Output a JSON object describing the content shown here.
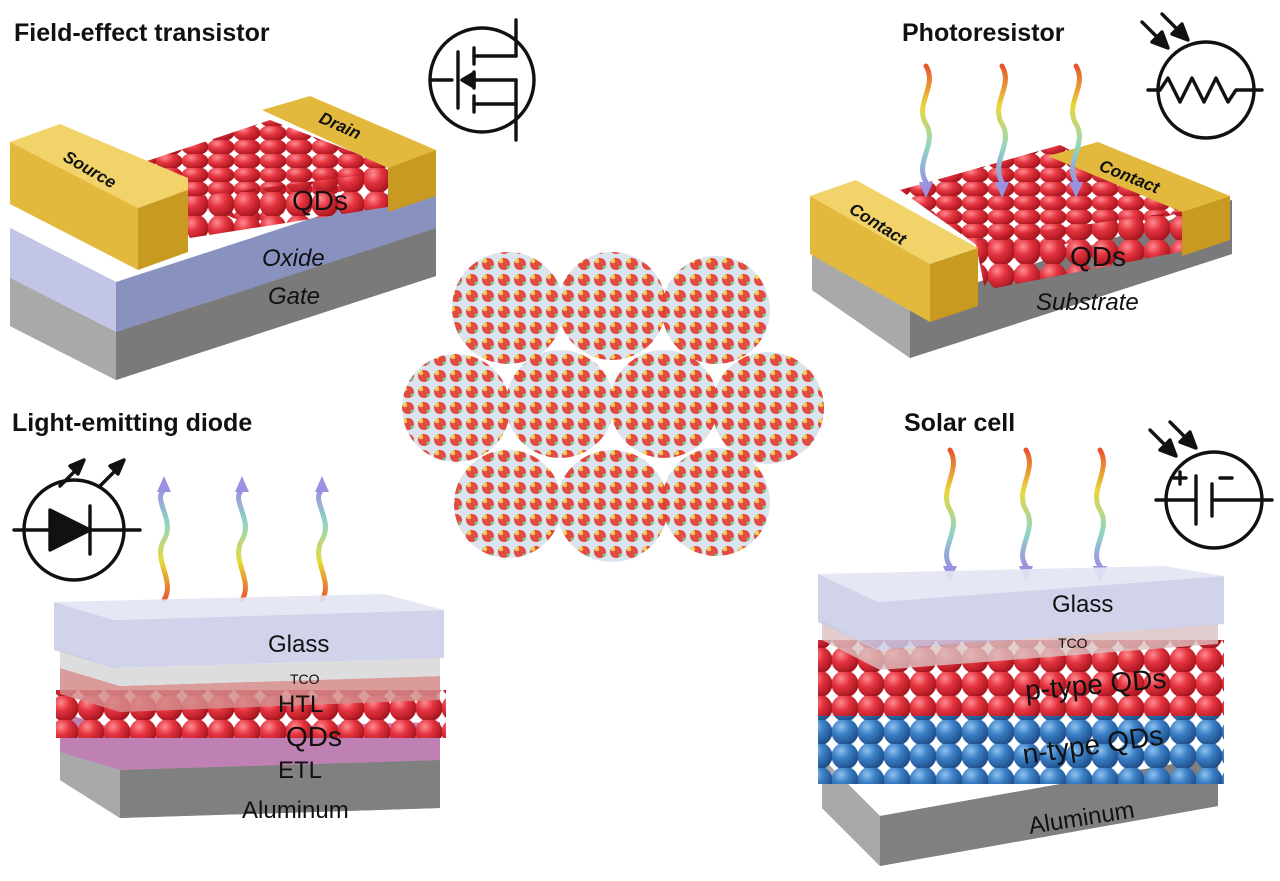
{
  "panels": {
    "fet": {
      "title": "Field-effect transistor",
      "source": "Source",
      "drain": "Drain",
      "qds": "QDs",
      "oxide": "Oxide",
      "gate": "Gate",
      "symbol_icon": "mosfet-symbol-icon"
    },
    "photoresistor": {
      "title": "Photoresistor",
      "contact_left": "Contact",
      "contact_right": "Contact",
      "qds": "QDs",
      "substrate": "Substrate",
      "symbol_icon": "photoresistor-symbol-icon"
    },
    "led": {
      "title": "Light-emitting diode",
      "glass": "Glass",
      "tco": "TCO",
      "htl": "HTL",
      "qds": "QDs",
      "etl": "ETL",
      "aluminum": "Aluminum",
      "symbol_icon": "led-symbol-icon"
    },
    "solar": {
      "title": "Solar cell",
      "glass": "Glass",
      "tco": "TCO",
      "p_qds": "p-type QDs",
      "n_qds": "n-type QDs",
      "aluminum": "Aluminum",
      "symbol_icon": "solar-cell-symbol-icon"
    }
  },
  "center_image_icon": "quantum-dot-superlattice-icon",
  "colors": {
    "qd_red": "#e4343f",
    "qd_blue": "#3a7fc6",
    "contact_gold": "#e3b93d",
    "oxide_blue": "#7c86b8",
    "substrate_gray": "#9b9b9b",
    "glass_lavender": "#c9cbe6"
  }
}
